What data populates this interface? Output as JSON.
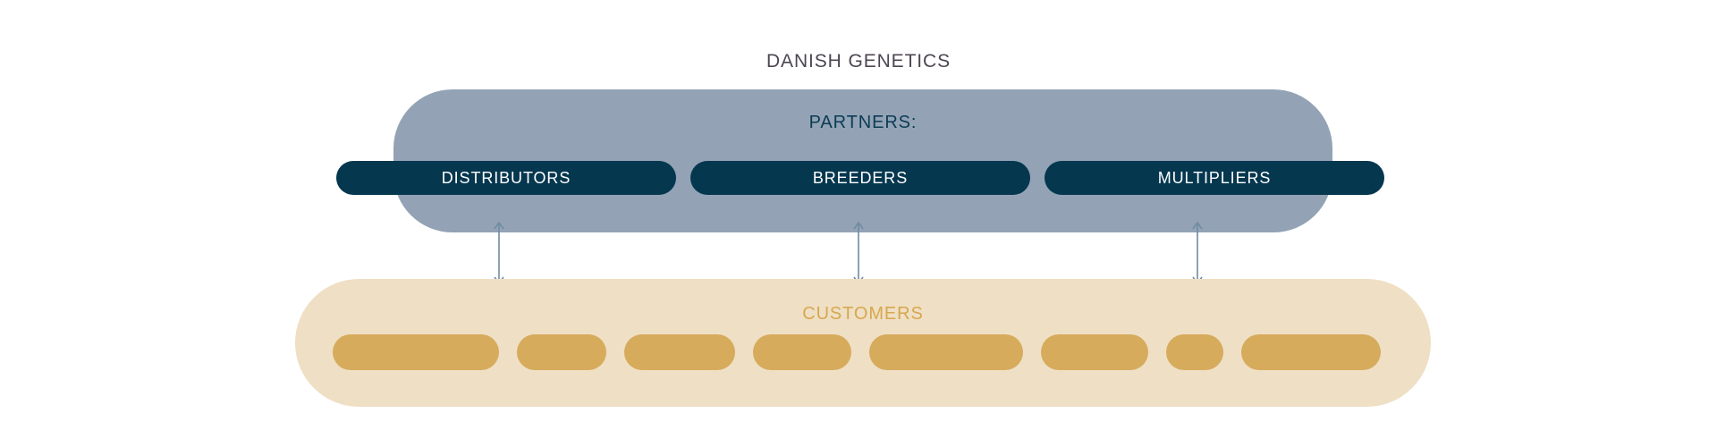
{
  "title": "DANISH GENETICS",
  "partners": {
    "label": "PARTNERS:",
    "items": [
      {
        "label": "DISTRIBUTORS"
      },
      {
        "label": "BREEDERS"
      },
      {
        "label": "MULTIPLIERS"
      }
    ]
  },
  "connectors": [
    {
      "name": "distributors-to-customers"
    },
    {
      "name": "breeders-to-customers"
    },
    {
      "name": "multipliers-to-customers"
    }
  ],
  "customers": {
    "label": "CUSTOMERS",
    "items": [
      {
        "label": "",
        "width": 186
      },
      {
        "label": "",
        "width": 100
      },
      {
        "label": "",
        "width": 124
      },
      {
        "label": "",
        "width": 110
      },
      {
        "label": "",
        "width": 172
      },
      {
        "label": "",
        "width": 120
      },
      {
        "label": "",
        "width": 64
      },
      {
        "label": "",
        "width": 156
      }
    ]
  },
  "colors": {
    "background": "#ffffff",
    "title_text": "#4d4652",
    "partners_panel": "#93a3b5",
    "partners_label_text": "#0b3c55",
    "partner_pill": "#05374f",
    "partner_pill_text": "#ffffff",
    "connector": "#6f8ba2",
    "customers_panel": "#efdfc4",
    "customers_label_text": "#d6a84f",
    "customer_pill": "#d6ab5c"
  }
}
